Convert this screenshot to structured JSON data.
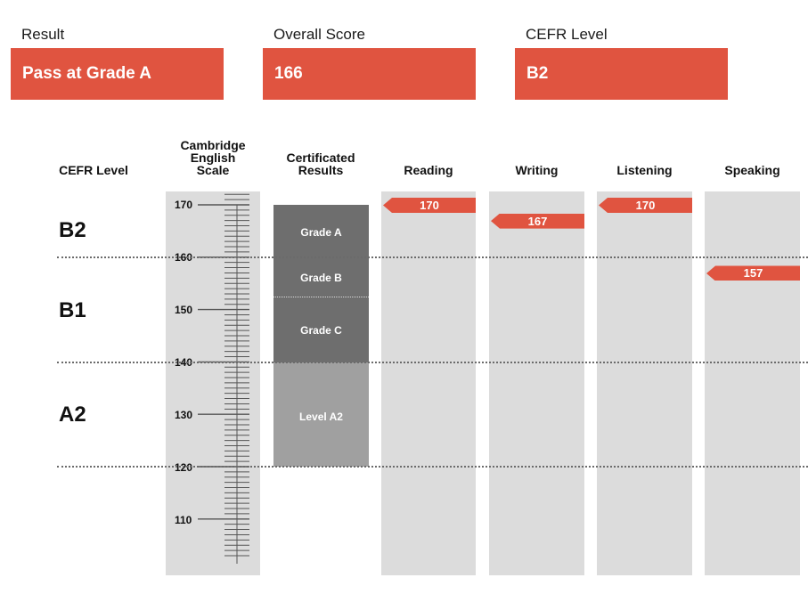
{
  "summary": {
    "result_label": "Result",
    "result_value": "Pass at Grade A",
    "overall_label": "Overall Score",
    "overall_value": "166",
    "cefr_label": "CEFR Level",
    "cefr_value": "B2"
  },
  "headers": {
    "cefr_level": "CEFR Level",
    "scale_line1": "Cambridge",
    "scale_line2": "English",
    "scale_line3": "Scale",
    "cert_line1": "Certificated",
    "cert_line2": "Results",
    "reading": "Reading",
    "writing": "Writing",
    "listening": "Listening",
    "speaking": "Speaking"
  },
  "cefr_levels": {
    "b2": "B2",
    "b1": "B1",
    "a2": "A2"
  },
  "scale_ticks": {
    "t170": "170",
    "t160": "160",
    "t150": "150",
    "t140": "140",
    "t130": "130",
    "t120": "120",
    "t110": "110"
  },
  "grades": {
    "a": "Grade A",
    "b": "Grade B",
    "c": "Grade C",
    "a2": "Level A2"
  },
  "chart_data": {
    "type": "bar",
    "categories": [
      "Reading",
      "Writing",
      "Listening",
      "Speaking"
    ],
    "values": [
      170,
      167,
      170,
      157
    ],
    "labels": [
      "170",
      "167",
      "170",
      "157"
    ],
    "ylim": [
      103,
      173
    ]
  },
  "colors": {
    "accent": "#e05440",
    "panel": "#dcdcdc",
    "grade_dark": "#6e6e6e",
    "grade_light": "#a0a0a0"
  }
}
